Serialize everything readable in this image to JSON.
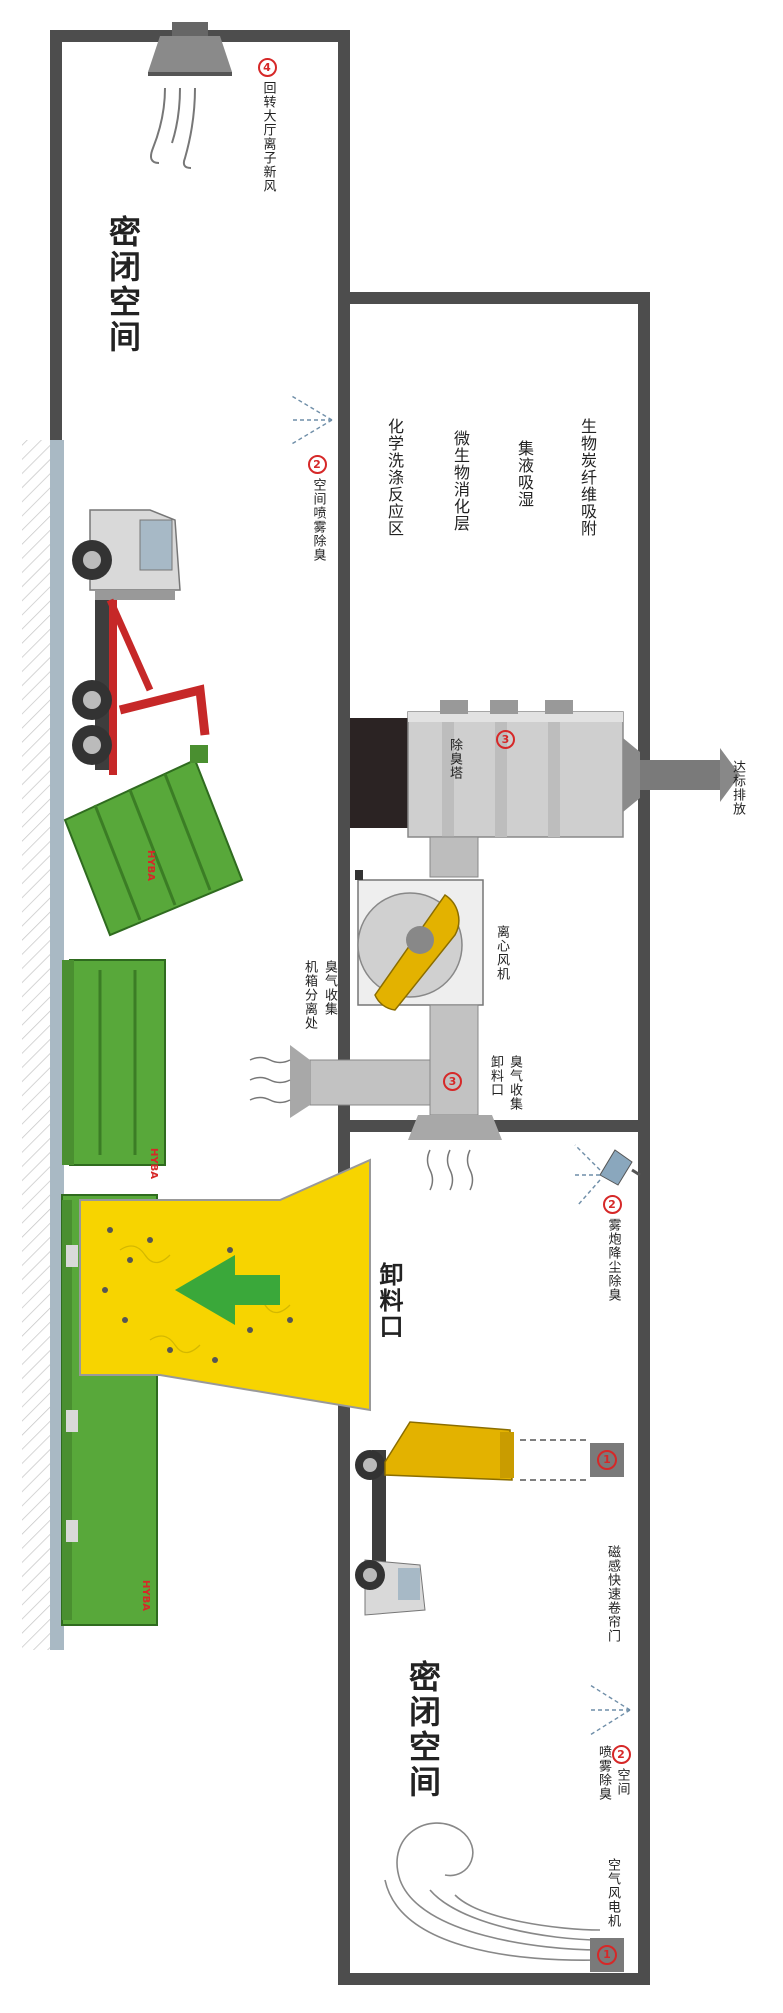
{
  "labels": {
    "enclosed_space_top": "密闭空间",
    "enclosed_space_bottom": "密闭空间",
    "revolving_hall": "回转大厅离子新风",
    "spray_space_top": "空间喷雾除臭",
    "fog_cannon": "雾炮降尘除臭",
    "magnetic_door": "磁感快速卷帘门",
    "spray_space_bottom_1": "空间",
    "spray_space_bottom_2": "喷雾除臭",
    "air_curtain": "空气风电机",
    "bio_carbon": "生物炭纤维吸附",
    "liquid_absorb": "集液吸湿",
    "micro_layer": "微生物消化层",
    "chem_wash": "化学洗涤反应区",
    "deodor_tower": "除臭塔",
    "emission": "达标排放",
    "centrifugal_fan": "离心风机",
    "odor_collect_1": "臭气收集",
    "odor_collect_2": "机箱分离处",
    "unload_collect_1": "臭气收集",
    "unload_collect_2": "卸料口",
    "unload_port": "卸料口"
  },
  "numbers": {
    "n4": "4",
    "n2a": "2",
    "n3a": "3",
    "n3b": "3",
    "n2b": "2",
    "n1a": "1",
    "n2c": "2",
    "n1b": "1"
  },
  "brand": {
    "logo": "HYBA"
  },
  "colors": {
    "wall": "#4d4d4d",
    "ground": "#a9b9c4",
    "truck_green": "#58a83a",
    "truck_red": "#c62828",
    "hopper_yellow": "#f7d400",
    "arrow_green": "#3aa83a",
    "tower_gray": "#c9c9c9",
    "marker_red": "#d62828"
  }
}
